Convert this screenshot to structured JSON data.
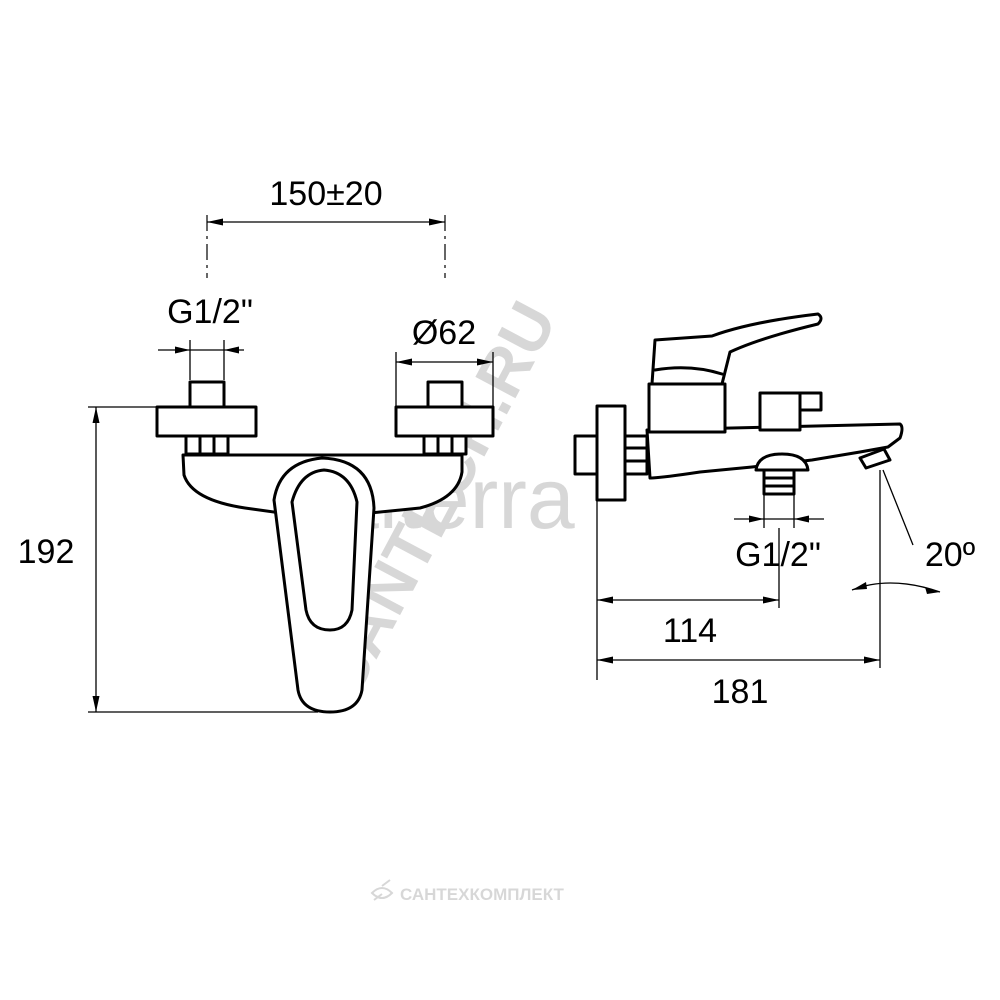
{
  "dimensions": {
    "inlet_spacing": "150±20",
    "inlet_thread": "G1/2\"",
    "flange_diameter": "Ø62",
    "height": "192",
    "outlet_thread": "G1/2\"",
    "spout_angle": "20º",
    "wall_to_outlet": "114",
    "wall_to_spout": "181"
  },
  "watermarks": {
    "brand": "Valterra",
    "site": "SANTECH.RU",
    "footer": "САНТЕХКОМПЛЕКТ"
  },
  "colors": {
    "line": "#000000",
    "background": "#ffffff",
    "watermark": "#d8d8d8"
  }
}
